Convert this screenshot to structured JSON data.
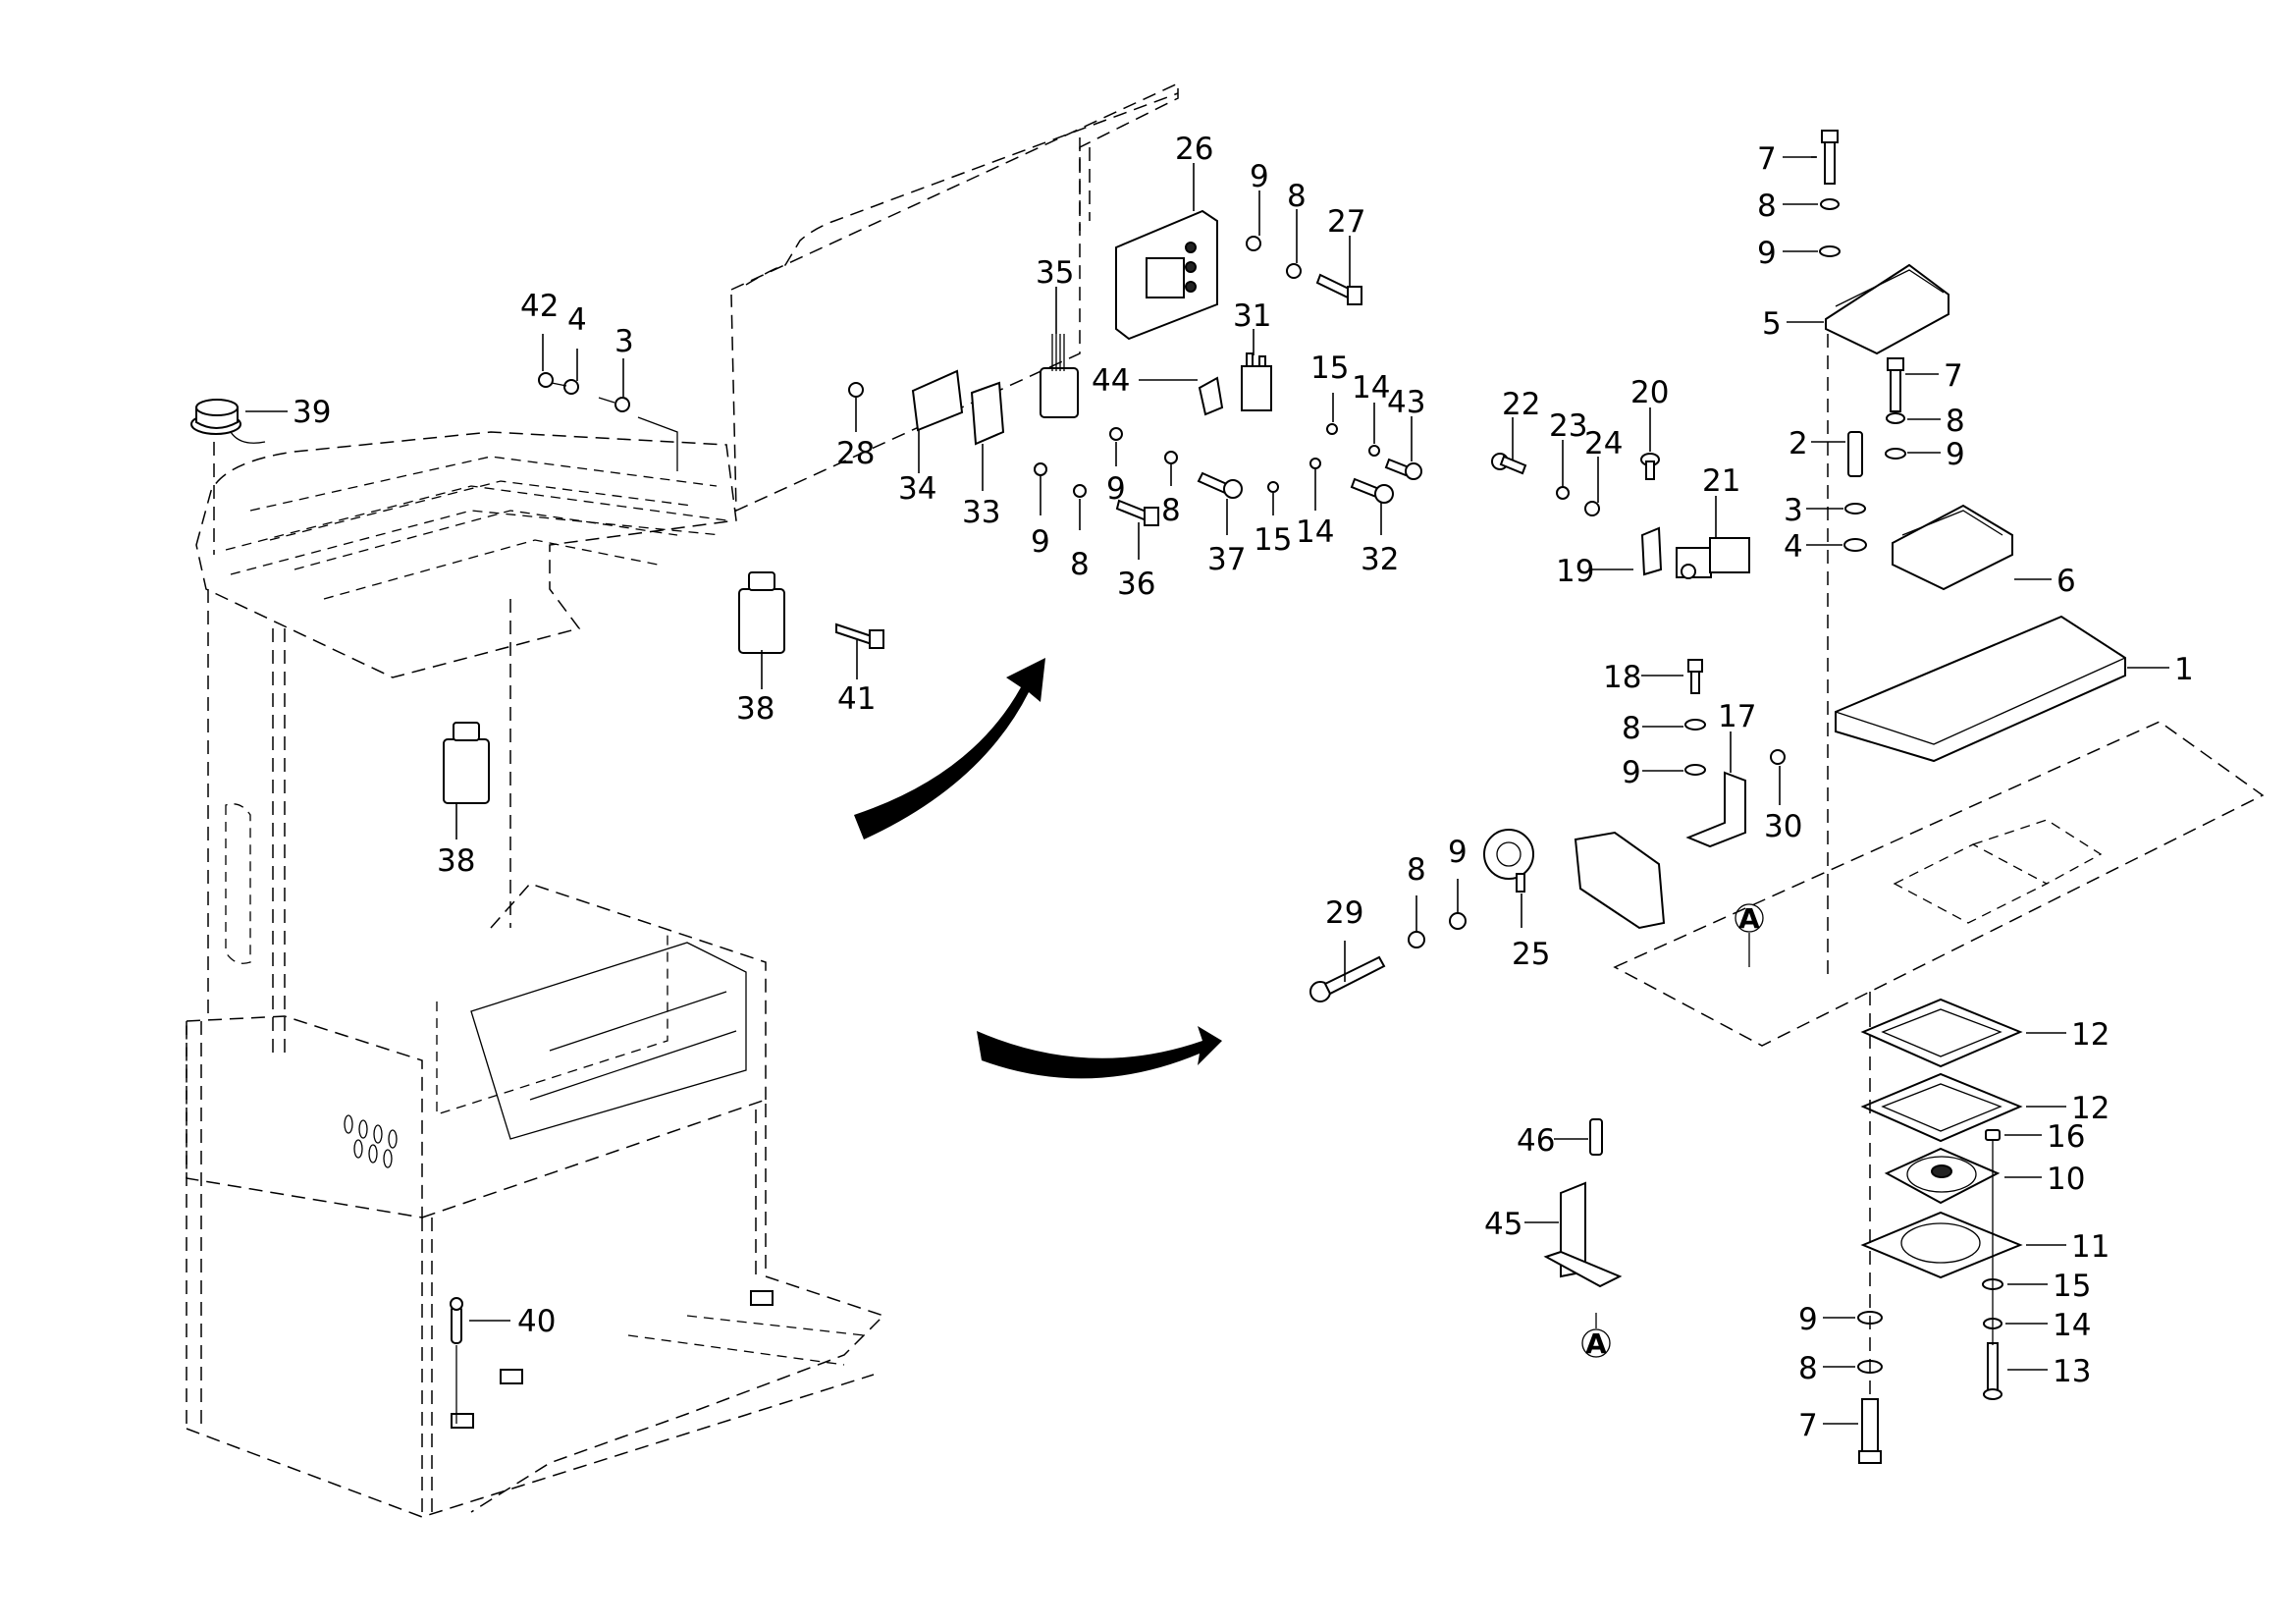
{
  "diagram": {
    "type": "exploded-parts-view",
    "subject": "Truck electrical control compartment assembly",
    "reference_marker": "A",
    "callouts": [
      {
        "id": "c39",
        "label": "39",
        "part": "beacon-lamp"
      },
      {
        "id": "c42",
        "label": "42",
        "part": "hex-nut"
      },
      {
        "id": "c4a",
        "label": "4",
        "part": "flat-washer"
      },
      {
        "id": "c3a",
        "label": "3",
        "part": "spring-washer"
      },
      {
        "id": "c38a",
        "label": "38",
        "part": "work-light-upper"
      },
      {
        "id": "c41",
        "label": "41",
        "part": "bolt"
      },
      {
        "id": "c38b",
        "label": "38",
        "part": "work-light-lower"
      },
      {
        "id": "c40",
        "label": "40",
        "part": "pin"
      },
      {
        "id": "c26",
        "label": "26",
        "part": "controller"
      },
      {
        "id": "c9a",
        "label": "9",
        "part": "flat-washer"
      },
      {
        "id": "c8a",
        "label": "8",
        "part": "spring-washer"
      },
      {
        "id": "c27",
        "label": "27",
        "part": "bolt"
      },
      {
        "id": "c35",
        "label": "35",
        "part": "rectifier-module"
      },
      {
        "id": "c31",
        "label": "31",
        "part": "relay"
      },
      {
        "id": "c44",
        "label": "44",
        "part": "relay-bracket"
      },
      {
        "id": "c15a",
        "label": "15",
        "part": "washer"
      },
      {
        "id": "c14a",
        "label": "14",
        "part": "spring-washer"
      },
      {
        "id": "c43",
        "label": "43",
        "part": "screw"
      },
      {
        "id": "c28",
        "label": "28",
        "part": "washer"
      },
      {
        "id": "c34",
        "label": "34",
        "part": "connector-module"
      },
      {
        "id": "c33",
        "label": "33",
        "part": "bracket"
      },
      {
        "id": "c9b",
        "label": "9",
        "part": "flat-washer"
      },
      {
        "id": "c8b",
        "label": "8",
        "part": "spring-washer"
      },
      {
        "id": "c36",
        "label": "36",
        "part": "bolt"
      },
      {
        "id": "c9c",
        "label": "9",
        "part": "flat-washer"
      },
      {
        "id": "c8c",
        "label": "8",
        "part": "spring-washer"
      },
      {
        "id": "c37",
        "label": "37",
        "part": "socket-screw"
      },
      {
        "id": "c15b",
        "label": "15",
        "part": "washer"
      },
      {
        "id": "c14b",
        "label": "14",
        "part": "spring-washer"
      },
      {
        "id": "c32",
        "label": "32",
        "part": "socket-screw"
      },
      {
        "id": "c22",
        "label": "22",
        "part": "socket-screw"
      },
      {
        "id": "c23",
        "label": "23",
        "part": "spring-washer"
      },
      {
        "id": "c24",
        "label": "24",
        "part": "flat-washer"
      },
      {
        "id": "c20",
        "label": "20",
        "part": "screw"
      },
      {
        "id": "c21",
        "label": "21",
        "part": "contactor"
      },
      {
        "id": "c19",
        "label": "19",
        "part": "contactor-bracket"
      },
      {
        "id": "c18",
        "label": "18",
        "part": "bolt"
      },
      {
        "id": "c8d",
        "label": "8",
        "part": "spring-washer"
      },
      {
        "id": "c9d",
        "label": "9",
        "part": "flat-washer"
      },
      {
        "id": "c17",
        "label": "17",
        "part": "angle-bracket"
      },
      {
        "id": "c30",
        "label": "30",
        "part": "nut"
      },
      {
        "id": "c29",
        "label": "29",
        "part": "socket-screw"
      },
      {
        "id": "c8e",
        "label": "8",
        "part": "spring-washer"
      },
      {
        "id": "c9e",
        "label": "9",
        "part": "flat-washer"
      },
      {
        "id": "c25",
        "label": "25",
        "part": "horn"
      },
      {
        "id": "c7a",
        "label": "7",
        "part": "bolt"
      },
      {
        "id": "c8f",
        "label": "8",
        "part": "spring-washer"
      },
      {
        "id": "c9f",
        "label": "9",
        "part": "flat-washer"
      },
      {
        "id": "c5",
        "label": "5",
        "part": "motor-controller"
      },
      {
        "id": "c7b",
        "label": "7",
        "part": "bolt"
      },
      {
        "id": "c8g",
        "label": "8",
        "part": "spring-washer"
      },
      {
        "id": "c9g",
        "label": "9",
        "part": "flat-washer"
      },
      {
        "id": "c2",
        "label": "2",
        "part": "socket-screw"
      },
      {
        "id": "c6",
        "label": "6",
        "part": "motor-controller"
      },
      {
        "id": "c3b",
        "label": "3",
        "part": "spring-washer"
      },
      {
        "id": "c4b",
        "label": "4",
        "part": "flat-washer"
      },
      {
        "id": "c1",
        "label": "1",
        "part": "mounting-plate"
      },
      {
        "id": "c12a",
        "label": "12",
        "part": "gasket-frame"
      },
      {
        "id": "c12b",
        "label": "12",
        "part": "gasket-frame"
      },
      {
        "id": "c16",
        "label": "16",
        "part": "nut"
      },
      {
        "id": "c10",
        "label": "10",
        "part": "cooling-fan"
      },
      {
        "id": "c11",
        "label": "11",
        "part": "fan-plate"
      },
      {
        "id": "c15c",
        "label": "15",
        "part": "washer"
      },
      {
        "id": "c9h",
        "label": "9",
        "part": "flat-washer"
      },
      {
        "id": "c14c",
        "label": "14",
        "part": "spring-washer"
      },
      {
        "id": "c8h",
        "label": "8",
        "part": "spring-washer"
      },
      {
        "id": "c13",
        "label": "13",
        "part": "screw"
      },
      {
        "id": "c7c",
        "label": "7",
        "part": "bolt"
      },
      {
        "id": "c46",
        "label": "46",
        "part": "socket-screw"
      },
      {
        "id": "c45",
        "label": "45",
        "part": "cable-holder"
      }
    ]
  }
}
